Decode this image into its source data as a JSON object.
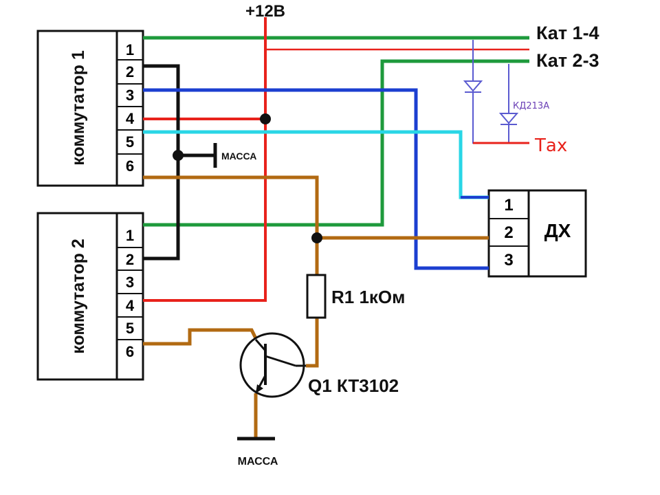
{
  "power": {
    "label": "+12В"
  },
  "switch1": {
    "title": "коммутатор 1",
    "pins": [
      "1",
      "2",
      "3",
      "4",
      "5",
      "6"
    ]
  },
  "switch2": {
    "title": "коммутатор 2",
    "pins": [
      "1",
      "2",
      "3",
      "4",
      "5",
      "6"
    ]
  },
  "hall_sensor": {
    "title": "ДХ",
    "pins": [
      "1",
      "2",
      "3"
    ]
  },
  "outputs": {
    "coil14": "Кат 1-4",
    "coil23": "Кат 2-3",
    "tach": "Тах"
  },
  "diode_label": "КД213А",
  "ground_labels": {
    "top": "МАССА",
    "bottom": "МАССА"
  },
  "resistor_label": "R1 1кОм",
  "transistor_label": "Q1 КТ3102",
  "wire_colors": {
    "red": "#e8221b",
    "green": "#1e9a3c",
    "blue": "#1c3fd0",
    "cyan": "#29d6e6",
    "brown": "#b26a12",
    "black": "#111111",
    "diode": "#5a5ad0",
    "tach_text": "#e8221b",
    "diode_text": "#6a3fb5"
  }
}
